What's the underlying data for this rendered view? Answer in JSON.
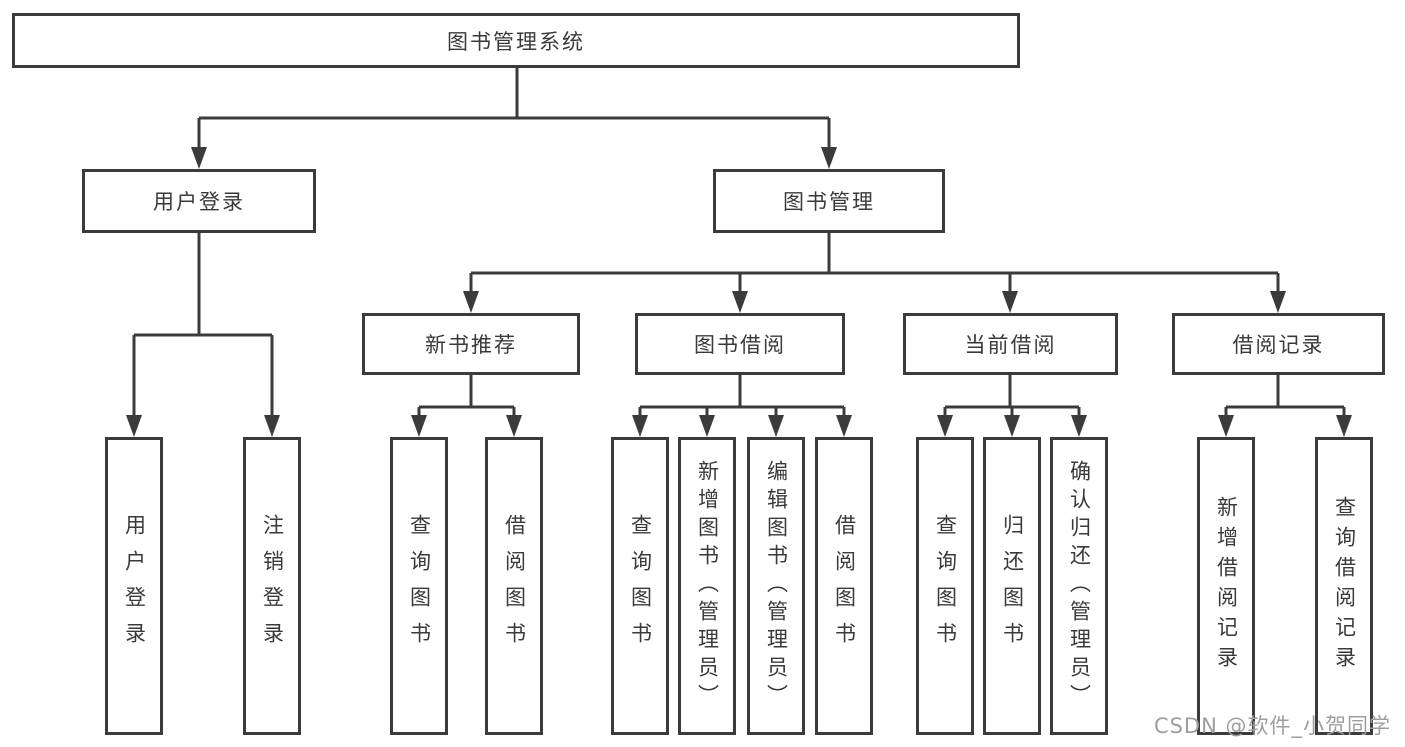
{
  "colors": {
    "line": "#3b3b3b",
    "text": "#3a3a3a",
    "watermark": "#9e9e9e",
    "bg": "#ffffff"
  },
  "watermark": "CSDN @软件_小贺同学",
  "tree": {
    "root": {
      "label": "图书管理系统"
    },
    "branches": [
      {
        "label": "用户登录",
        "leaves": [
          {
            "label": "用户登录"
          },
          {
            "label": "注销登录"
          }
        ]
      },
      {
        "label": "图书管理",
        "groups": [
          {
            "label": "新书推荐",
            "leaves": [
              {
                "label": "查询图书"
              },
              {
                "label": "借阅图书"
              }
            ]
          },
          {
            "label": "图书借阅",
            "leaves": [
              {
                "label": "查询图书"
              },
              {
                "label": "新增图书（管理员）"
              },
              {
                "label": "编辑图书（管理员）"
              },
              {
                "label": "借阅图书"
              }
            ]
          },
          {
            "label": "当前借阅",
            "leaves": [
              {
                "label": "查询图书"
              },
              {
                "label": "归还图书"
              },
              {
                "label": "确认归还（管理员）"
              }
            ]
          },
          {
            "label": "借阅记录",
            "leaves": [
              {
                "label": "新增借阅记录"
              },
              {
                "label": "查询借阅记录"
              }
            ]
          }
        ]
      }
    ]
  }
}
